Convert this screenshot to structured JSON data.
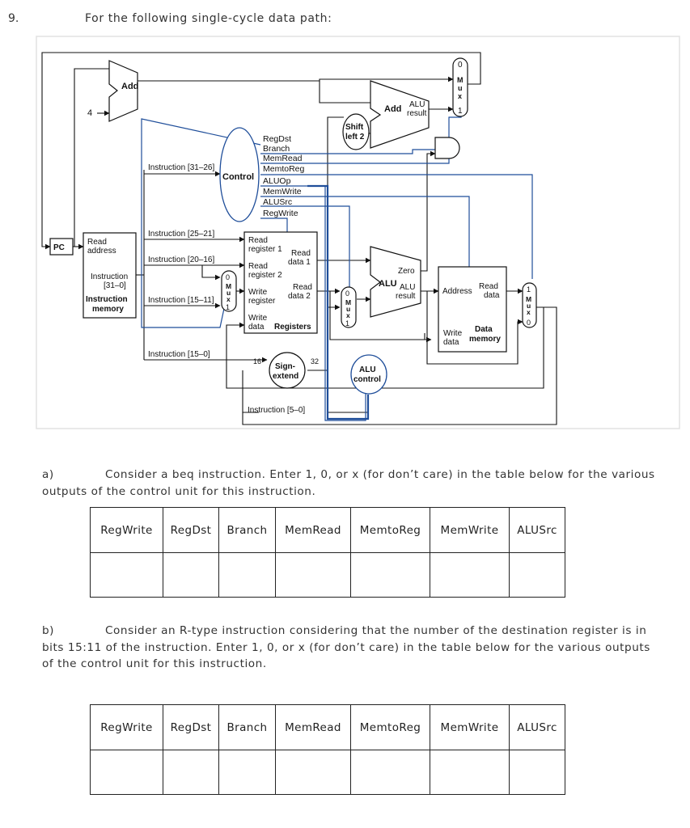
{
  "question": {
    "number": "9.",
    "title": "For the following single-cycle data path:"
  },
  "diagram": {
    "labels": {
      "add_top": "Add",
      "four": "4",
      "add_alu": "Add",
      "alu_result_top": "ALU",
      "alu_result_bottom": "result",
      "shift_line1": "Shift",
      "shift_line2": "left 2",
      "control": "Control",
      "pc": "PC",
      "read_address_line1": "Read",
      "read_address_line2": "address",
      "instruction_line1": "Instruction",
      "instruction_line2": "[31–0]",
      "instr_memory_line1": "Instruction",
      "instr_memory_line2": "memory",
      "instr_31_26": "Instruction [31–26]",
      "instr_25_21": "Instruction [25–21]",
      "instr_20_16": "Instruction [20–16]",
      "instr_15_11": "Instruction [15–11]",
      "instr_15_0": "Instruction [15–0]",
      "instr_5_0": "Instruction [5–0]",
      "read_register_1": "Read",
      "read_register_1b": "register 1",
      "read_register_2": "Read",
      "read_register_2b": "register 2",
      "write_register": "Write",
      "write_register_b": "register",
      "write_data": "Write",
      "write_data_b": "data",
      "registers": "Registers",
      "read_data_1": "Read",
      "read_data_1b": "data 1",
      "read_data_2": "Read",
      "read_data_2b": "data 2",
      "sign_extend_1": "Sign-",
      "sign_extend_2": "extend",
      "bits_16": "16",
      "bits_32": "32",
      "alu": "ALU",
      "zero": "Zero",
      "alu_res_1": "ALU",
      "alu_res_2": "result",
      "alu_control_1": "ALU",
      "alu_control_2": "control",
      "address": "Address",
      "mem_read_data_1": "Read",
      "mem_read_data_2": "data",
      "mem_write_data_1": "Write",
      "mem_write_data_2": "data",
      "data_memory_1": "Data",
      "data_memory_2": "memory",
      "mux_letters": [
        "M",
        "u",
        "x"
      ],
      "mux_zero": "0",
      "mux_one": "1"
    },
    "control_signals": [
      "RegDst",
      "Branch",
      "MemRead",
      "MemtoReg",
      "ALUOp",
      "MemWrite",
      "ALUSrc",
      "RegWrite"
    ]
  },
  "part_a": {
    "label": "a)",
    "text": "Consider a beq instruction. Enter 1, 0, or x (for don’t care) in the table below for the various outputs of the control unit for this instruction."
  },
  "part_b": {
    "label": "b)",
    "text": "Consider an R-type instruction considering that the number of the destination register is in bits 15:11 of the instruction. Enter 1, 0, or x (for don’t care) in the table below for the various outputs of the control unit for this instruction."
  },
  "table_headers": [
    "RegWrite",
    "RegDst",
    "Branch",
    "MemRead",
    "MemtoReg",
    "MemWrite",
    "ALUSrc"
  ],
  "table_a_values": [
    "",
    "",
    "",
    "",
    "",
    "",
    ""
  ],
  "table_b_values": [
    "",
    "",
    "",
    "",
    "",
    "",
    ""
  ]
}
